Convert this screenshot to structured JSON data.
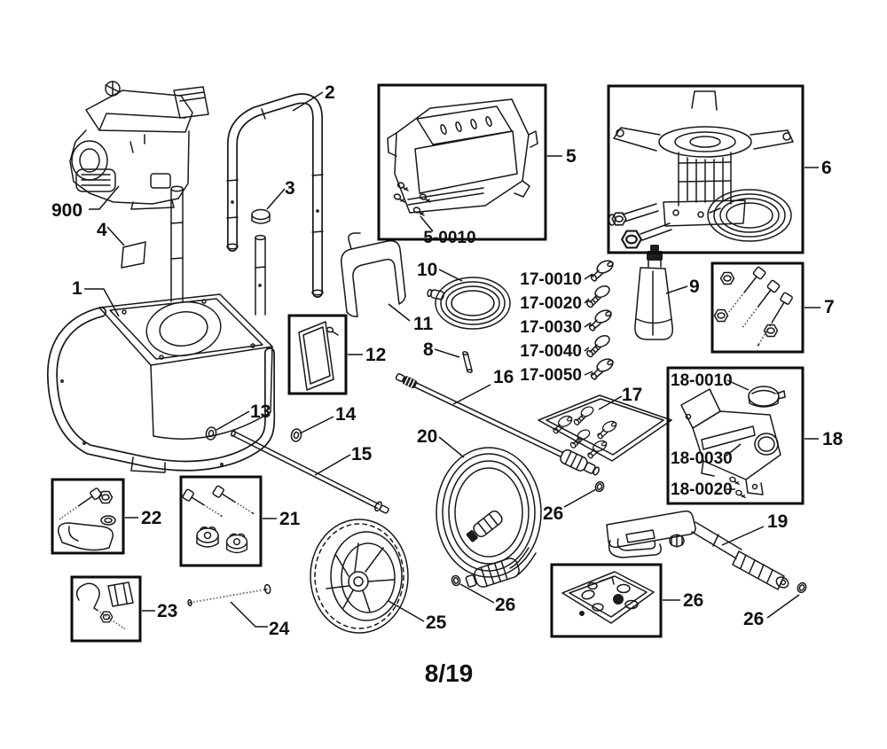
{
  "colors": {
    "ink": "#181818",
    "background": "#ffffff"
  },
  "page": {
    "indicator": "8/19"
  },
  "callouts": {
    "engine": "900",
    "frame": "1",
    "handle": "2",
    "handle_cap": "3",
    "decal": "4",
    "panel_kit_box": "5",
    "panel_screws": "5-0010",
    "pump_kit_box": "6",
    "bolt_kit_box": "7",
    "pin": "8",
    "funnel": "9",
    "small_hose_coil": "10",
    "hose_hook": "11",
    "side_panel_kit_box": "12",
    "washer_a": "13",
    "washer_b": "14",
    "axle_rod": "15",
    "spray_wand": "16",
    "nozzle_tray": "17",
    "nozzle_0010": "17-0010",
    "nozzle_0020": "17-0020",
    "nozzle_0030": "17-0030",
    "nozzle_0040": "17-0040",
    "nozzle_0050": "17-0050",
    "tank_kit_box": "18",
    "tank_cap": "18-0010",
    "tank_label": "18-0030",
    "tank_screws": "18-0020",
    "spray_gun": "19",
    "high_pressure_hose": "20",
    "knob_bolt_kit_box": "21",
    "foot_kit_box": "22",
    "hook_bolt_kit_box": "23",
    "threaded_rod": "24",
    "wheel": "25",
    "o_ring_kit": "26"
  }
}
